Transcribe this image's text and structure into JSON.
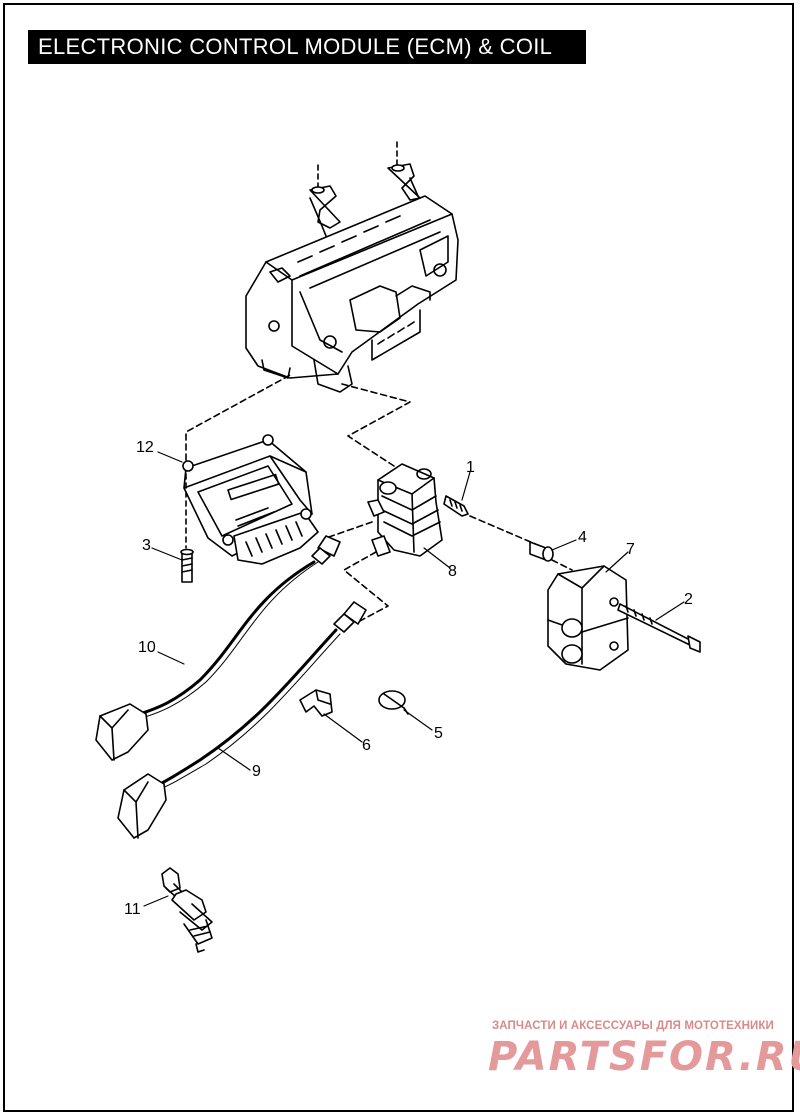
{
  "title": "ELECTRONIC CONTROL MODULE (ECM) & COIL",
  "callouts": [
    {
      "id": "c1",
      "label": "1"
    },
    {
      "id": "c2",
      "label": "2"
    },
    {
      "id": "c3",
      "label": "3"
    },
    {
      "id": "c4",
      "label": "4"
    },
    {
      "id": "c5",
      "label": "5"
    },
    {
      "id": "c6",
      "label": "6"
    },
    {
      "id": "c7",
      "label": "7"
    },
    {
      "id": "c8",
      "label": "8"
    },
    {
      "id": "c9",
      "label": "9"
    },
    {
      "id": "c10",
      "label": "10"
    },
    {
      "id": "c11",
      "label": "11"
    },
    {
      "id": "c12",
      "label": "12"
    }
  ],
  "watermark": {
    "tagline": "ЗАПЧАСТИ И АКСЕССУАРЫ ДЛЯ МОТОТЕХНИКИ",
    "brand": "PARTSFOR.RU"
  },
  "colors": {
    "ink": "#000000",
    "watermark": "#e49a9a"
  }
}
